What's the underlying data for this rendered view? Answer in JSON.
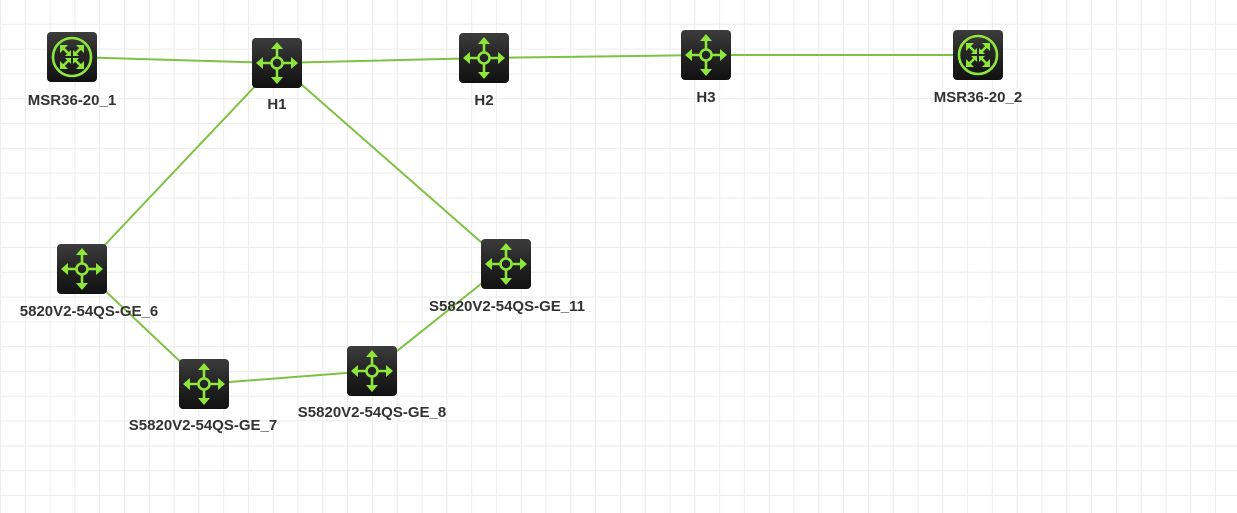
{
  "diagram": {
    "colors": {
      "link": "#7dc243",
      "device_body": "#1e1e1e",
      "device_glyph": "#8fe63a",
      "label": "#333333"
    },
    "nodes": [
      {
        "id": "msr1",
        "label": "MSR36-20_1",
        "icon": "router-icon"
      },
      {
        "id": "h1",
        "label": "H1",
        "icon": "switch-icon"
      },
      {
        "id": "h2",
        "label": "H2",
        "icon": "switch-icon"
      },
      {
        "id": "h3",
        "label": "H3",
        "icon": "switch-icon"
      },
      {
        "id": "msr2",
        "label": "MSR36-20_2",
        "icon": "router-icon"
      },
      {
        "id": "ge6",
        "label": "5820V2-54QS-GE_6",
        "icon": "switch-icon"
      },
      {
        "id": "ge11",
        "label": "S5820V2-54QS-GE_11",
        "icon": "switch-icon"
      },
      {
        "id": "ge7",
        "label": "S5820V2-54QS-GE_7",
        "icon": "switch-icon"
      },
      {
        "id": "ge8",
        "label": "S5820V2-54QS-GE_8",
        "icon": "switch-icon"
      }
    ],
    "links": [
      {
        "from": "msr1",
        "to": "h1"
      },
      {
        "from": "h1",
        "to": "h2"
      },
      {
        "from": "h2",
        "to": "h3"
      },
      {
        "from": "h3",
        "to": "msr2"
      },
      {
        "from": "h1",
        "to": "ge6"
      },
      {
        "from": "h1",
        "to": "ge11"
      },
      {
        "from": "ge6",
        "to": "ge7"
      },
      {
        "from": "ge7",
        "to": "ge8"
      },
      {
        "from": "ge8",
        "to": "ge11"
      }
    ]
  }
}
